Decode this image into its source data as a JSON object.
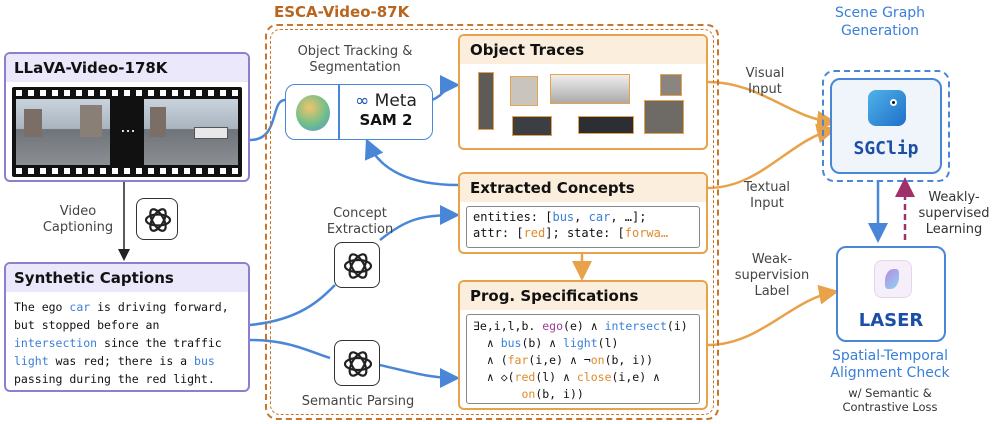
{
  "dataset_title": "ESCA-Video-87K",
  "llava": {
    "title": "LLaVA-Video-178K",
    "ellipsis": "..."
  },
  "captioning_label": "Video\nCaptioning",
  "synthetic": {
    "title": "Synthetic Captions",
    "caption_parts": [
      {
        "t": "The ego ",
        "c": ""
      },
      {
        "t": "car",
        "c": "blue"
      },
      {
        "t": " is driving forward, but stopped before an ",
        "c": ""
      },
      {
        "t": "intersection",
        "c": "blue"
      },
      {
        "t": " since the traffic ",
        "c": ""
      },
      {
        "t": "light",
        "c": "blue"
      },
      {
        "t": " was red; there is a ",
        "c": ""
      },
      {
        "t": "bus",
        "c": "blue"
      },
      {
        "t": " passing during the red light.",
        "c": ""
      }
    ]
  },
  "tracking_label": "Object Tracking &\nSegmentation",
  "meta": {
    "brand": "Meta",
    "product": "SAM 2"
  },
  "concept_extraction_label": "Concept\nExtraction",
  "semantic_parsing_label": "Semantic Parsing",
  "object_traces": {
    "title": "Object Traces"
  },
  "extracted_concepts": {
    "title": "Extracted Concepts",
    "line1": [
      {
        "t": "entities: [",
        "c": ""
      },
      {
        "t": "bus",
        "c": "blue"
      },
      {
        "t": ", ",
        "c": ""
      },
      {
        "t": "car",
        "c": "blue"
      },
      {
        "t": ", …];",
        "c": ""
      }
    ],
    "line2": [
      {
        "t": "attr: [",
        "c": ""
      },
      {
        "t": "red",
        "c": "orange"
      },
      {
        "t": "]; state: [",
        "c": ""
      },
      {
        "t": "forwa…",
        "c": "orange"
      }
    ]
  },
  "prog_spec": {
    "title": "Prog. Specifications",
    "lines": [
      [
        {
          "t": "∃e,i,l,b. ",
          "c": ""
        },
        {
          "t": "ego",
          "c": "purple"
        },
        {
          "t": "(e) ∧ ",
          "c": ""
        },
        {
          "t": "intersect",
          "c": "blue"
        },
        {
          "t": "(i)",
          "c": ""
        }
      ],
      [
        {
          "t": "  ∧ ",
          "c": ""
        },
        {
          "t": "bus",
          "c": "blue"
        },
        {
          "t": "(b) ∧ ",
          "c": ""
        },
        {
          "t": "light",
          "c": "blue"
        },
        {
          "t": "(l)",
          "c": ""
        }
      ],
      [
        {
          "t": "  ∧ (",
          "c": ""
        },
        {
          "t": "far",
          "c": "orange"
        },
        {
          "t": "(i,e) ∧ ¬",
          "c": ""
        },
        {
          "t": "on",
          "c": "orange"
        },
        {
          "t": "(b, i))",
          "c": ""
        }
      ],
      [
        {
          "t": "  ∧ ◇(",
          "c": ""
        },
        {
          "t": "red",
          "c": "orange"
        },
        {
          "t": "(l) ∧ ",
          "c": ""
        },
        {
          "t": "close",
          "c": "orange"
        },
        {
          "t": "(i,e) ∧",
          "c": ""
        }
      ],
      [
        {
          "t": "       ",
          "c": ""
        },
        {
          "t": "on",
          "c": "orange"
        },
        {
          "t": "(b, i))",
          "c": ""
        }
      ]
    ]
  },
  "visual_input_label": "Visual\nInput",
  "textual_input_label": "Textual\nInput",
  "weak_label": "Weak-\nsupervision\nLabel",
  "sg_generation_label": "Scene Graph\nGeneration",
  "sgclip": {
    "name": "SGClip"
  },
  "weakly_supervised_label": "Weakly-\nsupervised\nLearning",
  "laser": {
    "name": "LASER"
  },
  "alignment": {
    "title": "Spatial-Temporal\nAlignment Check",
    "subtitle": "w/ Semantic &\nContrastive Loss"
  },
  "colors": {
    "blue": "#4a86d8",
    "orange": "#e8a24a",
    "purple": "#8b7fd1",
    "magenta": "#a0306a"
  }
}
